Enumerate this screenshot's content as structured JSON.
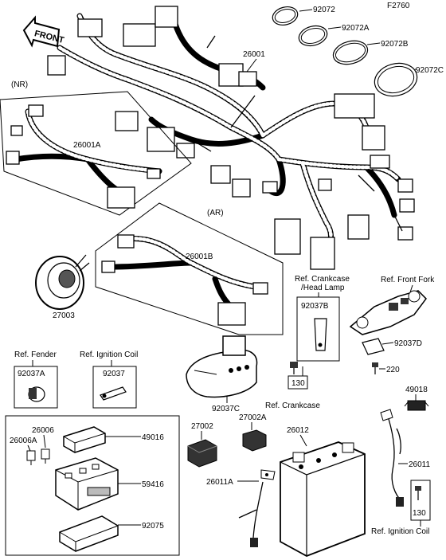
{
  "figure_code": "F2760",
  "front_label": "FRONT",
  "variants": {
    "nr": "(NR)",
    "ar": "(AR)"
  },
  "parts": {
    "p92072": "92072",
    "p92072A": "92072A",
    "p92072B": "92072B",
    "p92072C": "92072C",
    "p26001": "26001",
    "p26001A": "26001A",
    "p26001B": "26001B",
    "p27003": "27003",
    "p92037A": "92037A",
    "p92037": "92037",
    "p92037C": "92037C",
    "p92037B": "92037B",
    "p92037D": "92037D",
    "p220": "220",
    "p130a": "130",
    "p130b": "130",
    "p49018": "49018",
    "p49016": "49016",
    "p26006": "26006",
    "p26006A": "26006A",
    "p59416": "59416",
    "p92075": "92075",
    "p27002": "27002",
    "p27002A": "27002A",
    "p26012": "26012",
    "p26011": "26011",
    "p26011A": "26011A"
  },
  "refs": {
    "fender": "Ref. Fender",
    "ignition_coil_top": "Ref. Ignition Coil",
    "crankcase_headlamp_1": "Ref. Crankcase",
    "crankcase_headlamp_2": "/Head Lamp",
    "front_fork": "Ref. Front Fork",
    "crankcase": "Ref. Crankcase",
    "ignition_coil_bottom": "Ref. Ignition Coil"
  }
}
